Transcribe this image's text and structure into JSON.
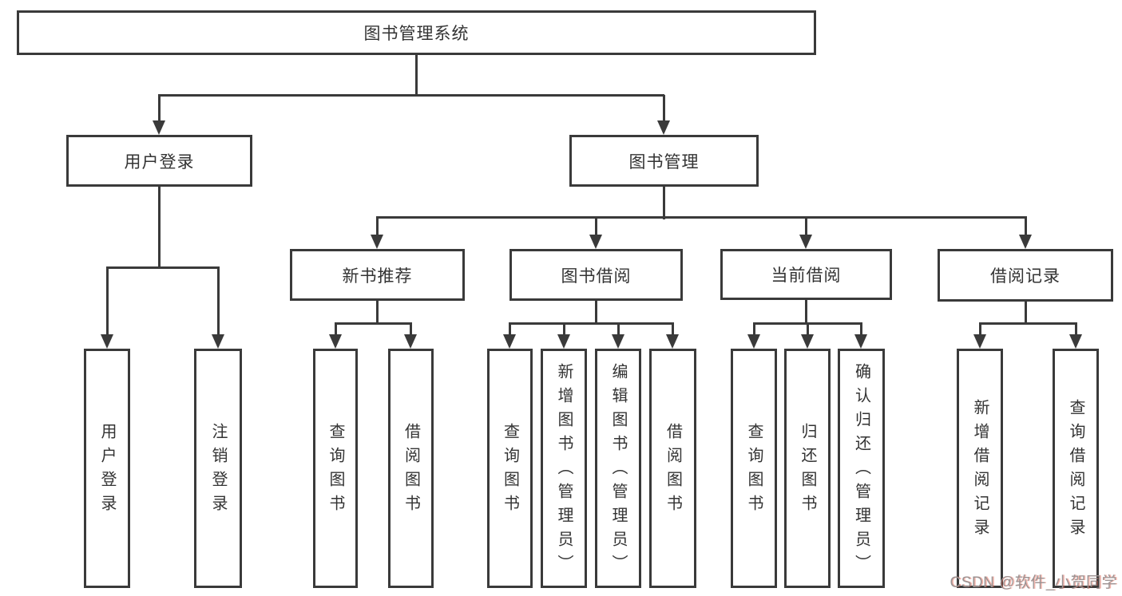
{
  "diagram": {
    "title": "图书管理系统",
    "level2": [
      "用户登录",
      "图书管理"
    ],
    "level3": [
      "新书推荐",
      "图书借阅",
      "当前借阅",
      "借阅记录"
    ],
    "leaves": [
      "用户登录",
      "注销登录",
      "查询图书",
      "借阅图书",
      "查询图书",
      "新增图书（管理员）",
      "编辑图书（管理员）",
      "借阅图书",
      "查询图书",
      "归还图书",
      "确认归还（管理员）",
      "新增借阅记录",
      "查询借阅记录"
    ],
    "structure": [
      {
        "parent": "图书管理系统",
        "children": [
          "用户登录",
          "图书管理"
        ]
      },
      {
        "parent": "用户登录",
        "children": [
          "用户登录",
          "注销登录"
        ]
      },
      {
        "parent": "图书管理",
        "children": [
          "新书推荐",
          "图书借阅",
          "当前借阅",
          "借阅记录"
        ]
      },
      {
        "parent": "新书推荐",
        "children": [
          "查询图书",
          "借阅图书"
        ]
      },
      {
        "parent": "图书借阅",
        "children": [
          "查询图书",
          "新增图书（管理员）",
          "编辑图书（管理员）",
          "借阅图书"
        ]
      },
      {
        "parent": "当前借阅",
        "children": [
          "查询图书",
          "归还图书",
          "确认归还（管理员）"
        ]
      },
      {
        "parent": "借阅记录",
        "children": [
          "新增借阅记录",
          "查询借阅记录"
        ]
      }
    ]
  },
  "watermark": "CSDN @软件_小贺同学",
  "colors": {
    "line": "#3a3a3a",
    "text": "#333333",
    "background": "#ffffff",
    "watermark": "#9b9393"
  }
}
